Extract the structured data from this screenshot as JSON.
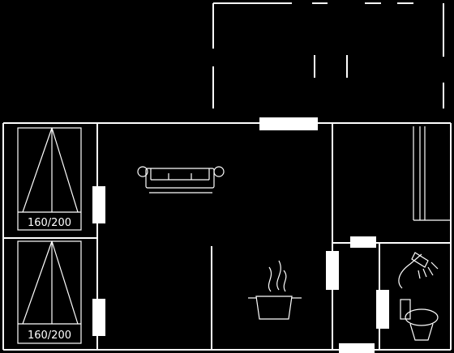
{
  "floor_plan": {
    "background_color": "#000000",
    "line_color": "#ffffff",
    "rooms": [
      {
        "name": "bedroom-top",
        "bed_label": "160/200"
      },
      {
        "name": "bedroom-bottom",
        "bed_label": "160/200"
      },
      {
        "name": "living-room",
        "furniture": "sofa-icon"
      },
      {
        "name": "kitchen",
        "furniture": "cooking-pot-icon"
      },
      {
        "name": "hallway"
      },
      {
        "name": "bathroom",
        "furniture": [
          "shower-icon",
          "toilet-icon"
        ]
      },
      {
        "name": "closet"
      }
    ]
  }
}
